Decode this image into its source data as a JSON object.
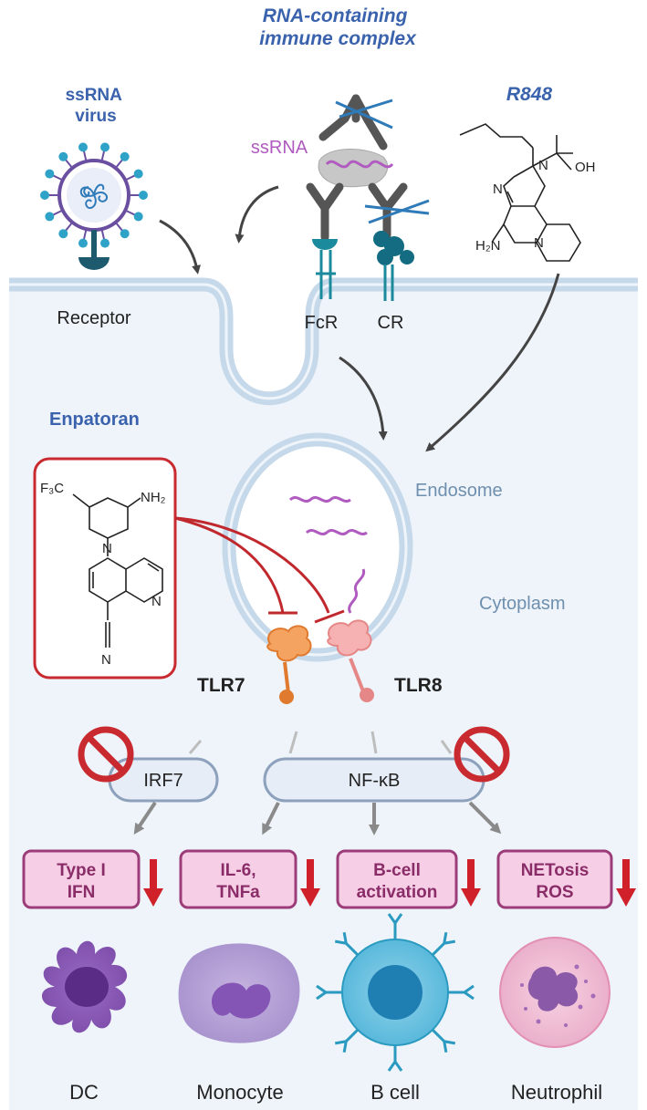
{
  "labels": {
    "ssrna_virus": [
      "ssRNA",
      "virus"
    ],
    "immune_complex": [
      "RNA-containing",
      "immune complex"
    ],
    "r848": "R848",
    "ssrna": "ssRNA",
    "receptor": "Receptor",
    "fcr": "FcR",
    "cr": "CR",
    "enpatoran": "Enpatoran",
    "endosome": "Endosome",
    "cytoplasm": "Cytoplasm",
    "tlr7": "TLR7",
    "tlr8": "TLR8"
  },
  "chem": {
    "r848_oh": "OH",
    "r848_n1": "N",
    "r848_n2": "N",
    "r848_n3": "N",
    "r848_h2n": "H₂N",
    "enp_f3c": "F₃C",
    "enp_nh2": "NH₂",
    "enp_n1": "N",
    "enp_n2": "N",
    "enp_n3": "N"
  },
  "pathways": {
    "irf7": "IRF7",
    "nfkb": "NF-κB"
  },
  "outputs": [
    {
      "line1": "Type I",
      "line2": "IFN"
    },
    {
      "line1": "IL-6,",
      "line2": "TNFa"
    },
    {
      "line1": "B-cell",
      "line2": "activation"
    },
    {
      "line1": "NETosis",
      "line2": "ROS"
    }
  ],
  "cells": [
    "DC",
    "Monocyte",
    "B cell",
    "Neutrophil"
  ],
  "colors": {
    "title_blue": "#3a62ad",
    "inhibit_red": "#c0282d",
    "output_box": "#f6cfe6",
    "output_border": "#9c3d7a",
    "membrane": "#c6d9ea",
    "cytoplasm": "#eef4fa"
  }
}
